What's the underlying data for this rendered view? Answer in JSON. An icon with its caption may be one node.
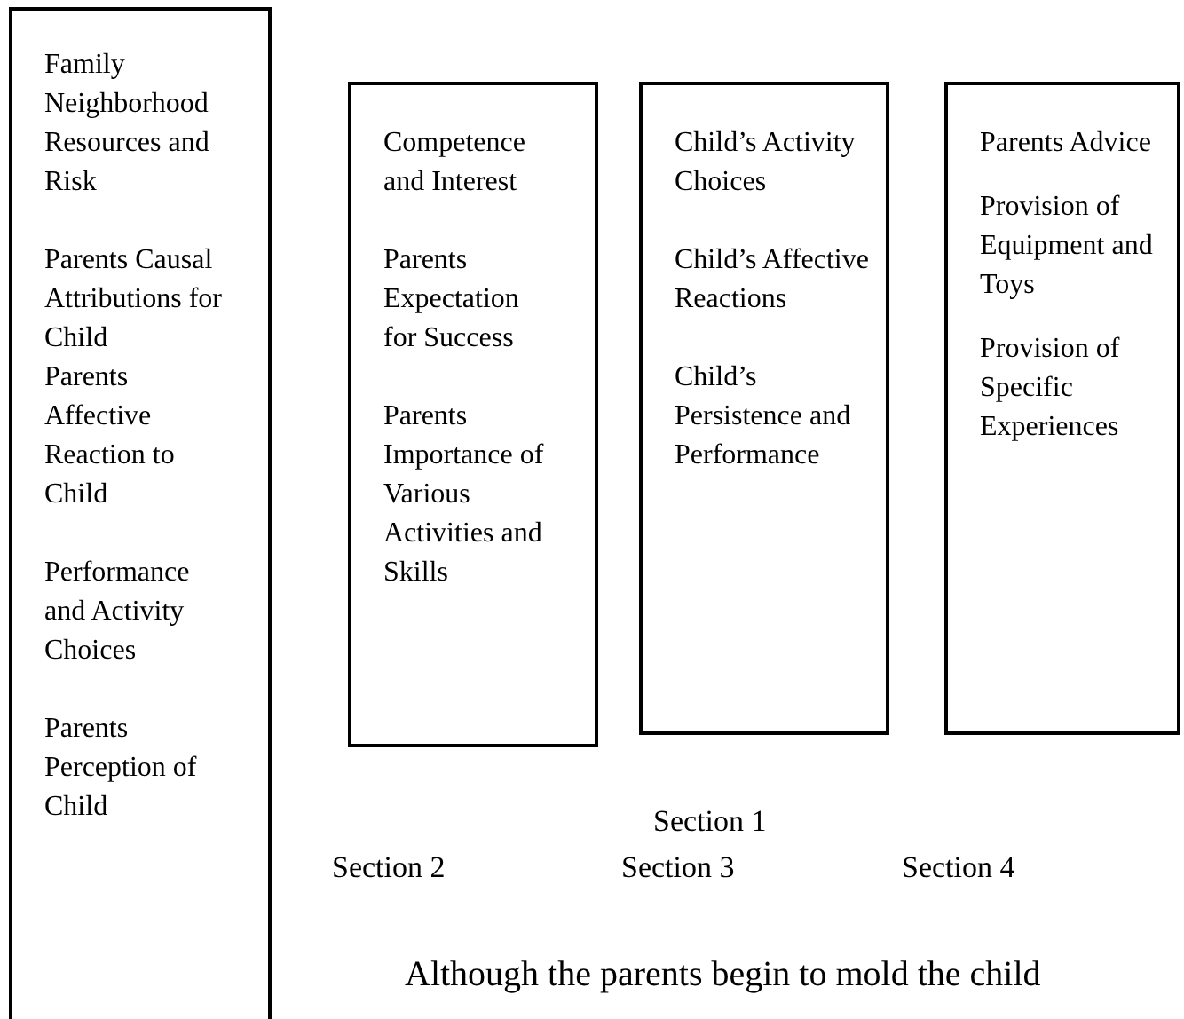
{
  "diagram": {
    "nodes": [
      {
        "text": [
          "Family Neighborhood Resources and Risk",
          "Parents Causal Attributions for Child",
          "Parents Affective Reaction to Child",
          "Performance and Activity Choices",
          "Parents Perception of Child"
        ]
      },
      {
        "text": [
          "Competence and Interest",
          "Parents Expectation for Success",
          "Parents Importance of Various Activities and Skills"
        ]
      },
      {
        "text": [
          "Child’s Activity Choices",
          "Child’s Affective Reactions",
          "Child’s Persistence and Performance"
        ]
      },
      {
        "text": [
          "Parents Advice",
          "Provision of Equipment and Toys",
          "Provision of Specific Experiences"
        ]
      }
    ],
    "labels": [
      "Section 1",
      "Section 2",
      "Section 3",
      "Section 4",
      "Although the parents begin to mold the child"
    ]
  }
}
